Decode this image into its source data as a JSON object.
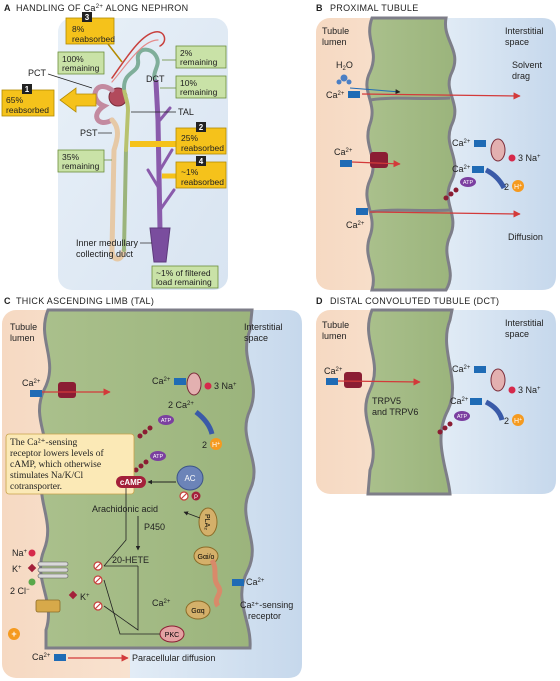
{
  "panels": {
    "A": {
      "letter": "A",
      "title": "HANDLING OF Ca",
      "title_sup": "2+",
      "title_rest": " ALONG NEPHRON"
    },
    "B": {
      "letter": "B",
      "title": "PROXIMAL TUBULE"
    },
    "C": {
      "letter": "C",
      "title": "THICK ASCENDING LIMB (TAL)"
    },
    "D": {
      "letter": "D",
      "title": "DISTAL CONVOLUTED TUBULE (DCT)"
    }
  },
  "nephron": {
    "segments": {
      "pct": "PCT",
      "dct": "DCT",
      "tal": "TAL",
      "pst": "PST",
      "imcd_line1": "Inner medullary",
      "imcd_line2": "collecting duct"
    },
    "steps": [
      {
        "num": "1",
        "line1": "65%",
        "line2": "reabsorbed"
      },
      {
        "num": "2",
        "line1": "25%",
        "line2": "reabsorbed"
      },
      {
        "num": "3",
        "line1": "8%",
        "line2": "reabsorbed"
      },
      {
        "num": "4",
        "line1": "~1%",
        "line2": "reabsorbed"
      }
    ],
    "remaining": [
      {
        "line1": "100%",
        "line2": "remaining"
      },
      {
        "line1": "2%",
        "line2": "remaining"
      },
      {
        "line1": "10%",
        "line2": "remaining"
      },
      {
        "line1": "35%",
        "line2": "remaining"
      },
      {
        "line1": "~1% of filtered",
        "line2": "load remaining"
      }
    ]
  },
  "proximal": {
    "lumen1": "Tubule",
    "lumen2": "lumen",
    "interstitial1": "Interstitial",
    "interstitial2": "space",
    "h2o": "H",
    "h2o_sub": "2",
    "h2o_end": "O",
    "solvent1": "Solvent",
    "solvent2": "drag",
    "ca": "Ca",
    "ca_sup": "2+",
    "na3": "3 Na",
    "na_sup": "+",
    "h2": "2",
    "hplus": "H",
    "hplus_sup": "+",
    "atp": "ATP",
    "diffusion": "Diffusion"
  },
  "tal": {
    "lumen1": "Tubule",
    "lumen2": "lumen",
    "interstitial1": "Interstitial",
    "interstitial2": "space",
    "na3": "3 Na",
    "ca2": "2 Ca",
    "h2": "2",
    "note": [
      "The Ca²⁺-sensing",
      "receptor lowers levels of",
      "cAMP, which otherwise",
      "stimulates Na/K/Cl",
      "cotransporter."
    ],
    "camp": "cAMP",
    "ac": "AC",
    "p": "P",
    "arachidonic": "Arachidonic acid",
    "p450": "P450",
    "hete": "20-HETE",
    "pla2": "PLA₂",
    "gai": "Gαi/o",
    "gaq": "Gαq",
    "pkc": "PKC",
    "na": "Na",
    "k": "K",
    "cl2": "2 Cl",
    "kplus": "K",
    "receptor1": "Ca²⁺-sensing",
    "receptor2": "receptor",
    "paracellular": "Paracellular diffusion",
    "plus": "+"
  },
  "dct": {
    "lumen1": "Tubule",
    "lumen2": "lumen",
    "interstitial1": "Interstitial",
    "interstitial2": "space",
    "trpv5": "TRPV5",
    "trpv6": "and TRPV6",
    "na3": "3 Na",
    "h2": "2"
  }
}
